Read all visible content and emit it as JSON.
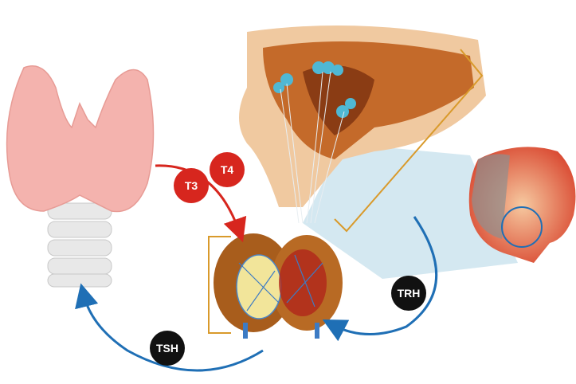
{
  "labels": {
    "t3": "T3",
    "t4": "T4",
    "trh": "TRH",
    "tsh": "TSH"
  },
  "colors": {
    "thyroid": "#f4b3ae",
    "hormone_red": "#d7261e",
    "signal_black": "#111111",
    "arrow_blue": "#1f6fb5",
    "bracket_orange": "#d99a2b",
    "projection_blue": "#cfe6ef",
    "pituitary_brown": "#b0651f"
  }
}
